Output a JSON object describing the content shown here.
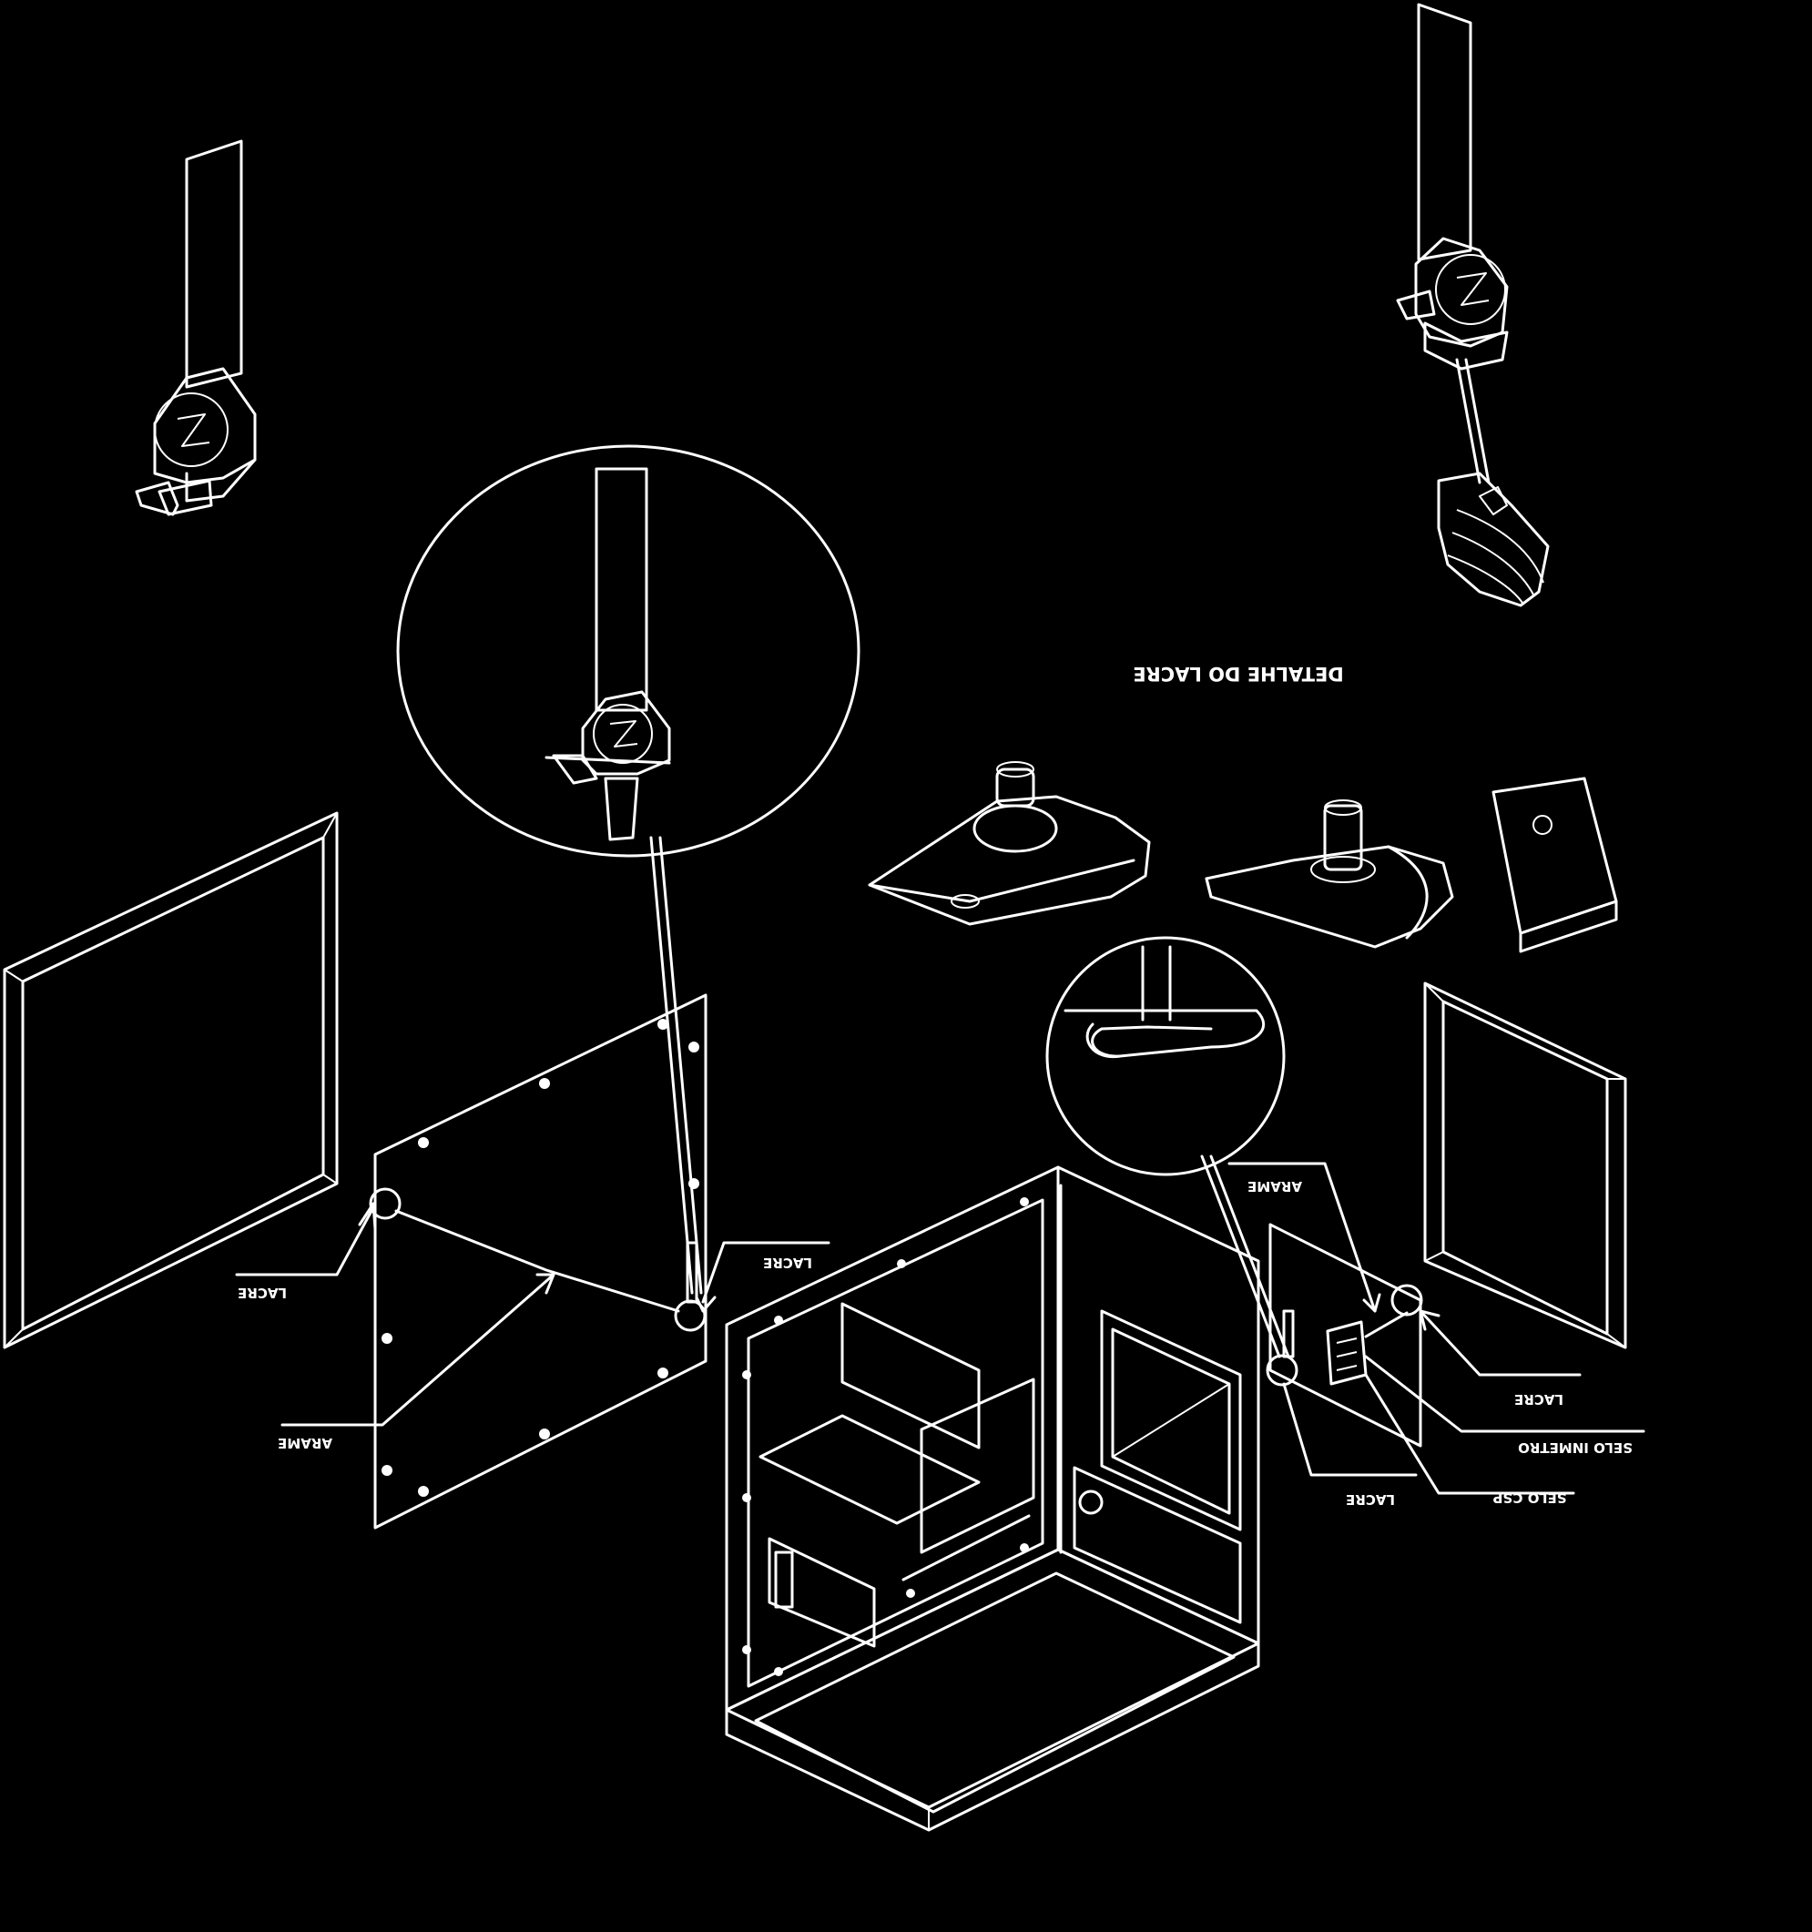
{
  "title": "DETALHE DO LACRE",
  "labels": {
    "lacre_left": "LACRE",
    "lacre_center": "LACRE",
    "arame_left": "ARAME",
    "arame_right": "ARAME",
    "lacre_right_upper": "LACRE",
    "lacre_right_lower": "LACRE",
    "selo_inmetro": "SELO INMETRO",
    "selo_csp": "SELO CSP"
  },
  "colors": {
    "background": "#000000",
    "lines": "#ffffff"
  }
}
